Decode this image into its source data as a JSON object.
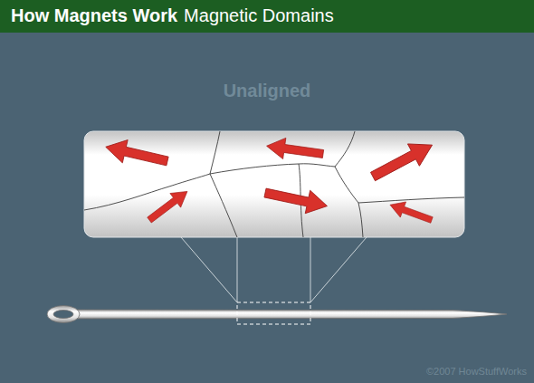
{
  "diagram": {
    "title": "How Magnets Work",
    "labels": [
      "Magnetic Domains",
      "Unaligned",
      "©2007 HowStuffWorks"
    ]
  }
}
